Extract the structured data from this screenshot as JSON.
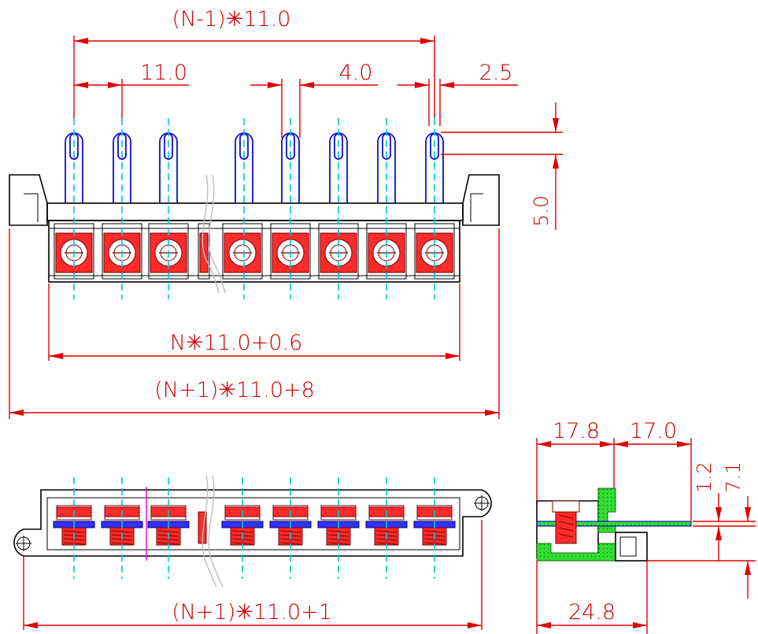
{
  "dimensions": {
    "top_pitch_span": "(N-1)✳11.0",
    "pitch": "11.0",
    "pin_width": "4.0",
    "pin_thickness": "2.5",
    "pin_height": "5.0",
    "body_length": "N✳11.0+0.6",
    "overall_length": "(N+1)✳11.0+8",
    "bottom_length": "(N+1)✳11.0+1",
    "side_left_width": "17.8",
    "side_right_width": "17.0",
    "side_thin_height": "1.2",
    "side_height": "7.1",
    "side_base_width": "24.8"
  },
  "colors": {
    "dimension": "#e00000",
    "outline": "#000000",
    "centerline": "#00c8d8",
    "pin": "#1010c8",
    "terminal": "#ff2a2a",
    "section_fill": "#33dd33",
    "marker": "#e000e0"
  },
  "counts": {
    "top_pins": 8,
    "terminals": 9
  }
}
